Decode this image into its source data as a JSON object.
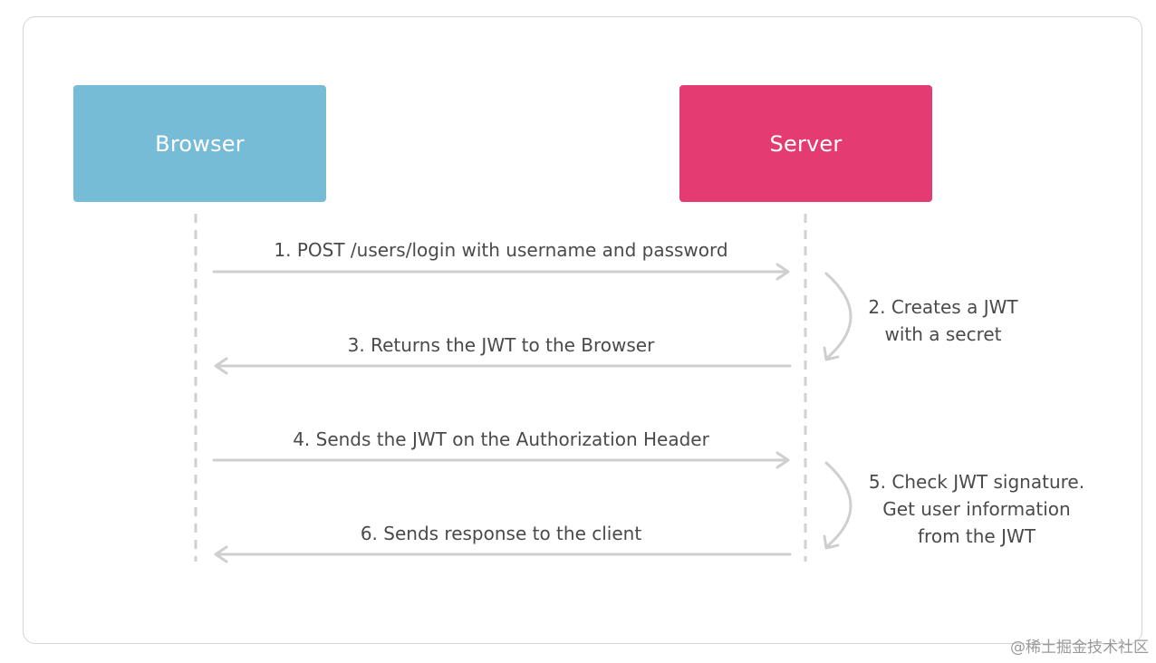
{
  "colors": {
    "browser": "#76bcd6",
    "server": "#e43b72",
    "arrow": "#cfcfcf",
    "lifeline": "#d0d0d0",
    "text": "#4a4a4a"
  },
  "actors": {
    "browser": "Browser",
    "server": "Server"
  },
  "messages": [
    {
      "text": "1. POST /users/login with username and password",
      "direction": "to-server"
    },
    {
      "text": "3. Returns the JWT to the Browser",
      "direction": "to-browser"
    },
    {
      "text": "4. Sends the JWT on the Authorization Header",
      "direction": "to-server"
    },
    {
      "text": "6. Sends response to the client",
      "direction": "to-browser"
    }
  ],
  "notes": [
    {
      "lines": [
        "2. Creates a JWT",
        "with a secret"
      ]
    },
    {
      "lines": [
        "5. Check JWT signature.",
        "Get user information",
        "from the JWT"
      ]
    }
  ],
  "watermark": "@稀土掘金技术社区"
}
